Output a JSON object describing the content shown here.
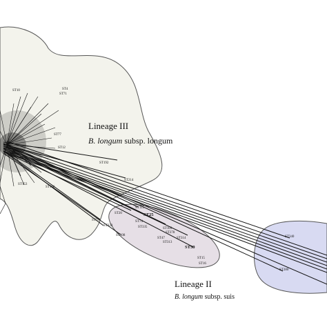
{
  "lineages": [
    {
      "name": "Lineage III",
      "species_italic": "B. longum",
      "species_rest": " subsp. longum",
      "fill": "#f3f3ec"
    },
    {
      "name": "Lineage II",
      "species_italic": "B. longum",
      "species_rest": " subsp. suis",
      "fill": "#e6dfe6"
    },
    {
      "name": "",
      "species_italic": "",
      "species_rest": "",
      "fill": "#d8daf2"
    }
  ],
  "sequence_types": {
    "ST10": "ST10",
    "ST4": "ST4",
    "ST71": "ST71",
    "ST77": "ST77",
    "ST12": "ST12",
    "ST192": "ST192",
    "ST214": "ST214",
    "ST106": "ST106",
    "ST153": "ST153",
    "ST79": "ST79",
    "ST333": "ST333",
    "ST108": "ST108",
    "ST25": "ST25",
    "ST115": "ST115",
    "ST20": "ST20",
    "ST74": "ST74",
    "ST335": "ST335",
    "ST103": "ST103",
    "ST278": "ST278",
    "ST47": "ST47",
    "ST314": "ST314",
    "ST313": "ST313",
    "ST50": "ST50",
    "ST15": "ST15",
    "ST16": "ST16",
    "ST340": "ST340",
    "ST280": "ST280"
  }
}
